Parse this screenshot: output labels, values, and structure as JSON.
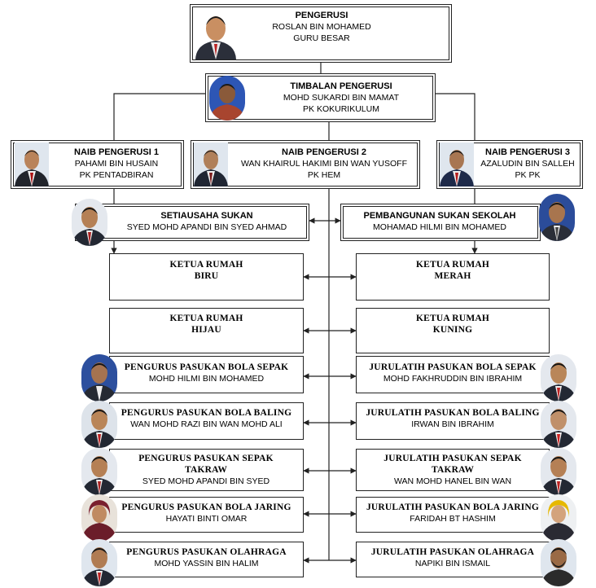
{
  "chairman": {
    "title": "PENGERUSI",
    "name": "ROSLAN BIN MOHAMED",
    "role": "GURU BESAR"
  },
  "deputy": {
    "title": "TIMBALAN PENGERUSI",
    "name": "MOHD SUKARDI BIN MAMAT",
    "role": "PK KOKURIKULUM"
  },
  "vice1": {
    "title": "NAIB PENGERUSI 1",
    "name": "PAHAMI BIN HUSAIN",
    "role": "PK PENTADBIRAN"
  },
  "vice2": {
    "title": "NAIB PENGERUSI 2",
    "name": "WAN KHAIRUL HAKIMI BIN WAN YUSOFF",
    "role": "PK HEM"
  },
  "vice3": {
    "title": "NAIB PENGERUSI 3",
    "name": "AZALUDIN BIN SALLEH",
    "role": "PK PK"
  },
  "secretary": {
    "title": "SETIAUSAHA SUKAN",
    "name": "SYED MOHD APANDI BIN SYED AHMAD"
  },
  "development": {
    "title": "PEMBANGUNAN SUKAN SEKOLAH",
    "name": "MOHAMAD HILMI BIN MOHAMED"
  },
  "houses": {
    "biru": {
      "title": "KETUA RUMAH",
      "name": "BIRU"
    },
    "merah": {
      "title": "KETUA RUMAH",
      "name": "MERAH"
    },
    "hijau": {
      "title": "KETUA RUMAH",
      "name": "HIJAU"
    },
    "kuning": {
      "title": "KETUA RUMAH",
      "name": "KUNING"
    }
  },
  "managers": [
    {
      "title": "PENGURUS PASUKAN BOLA SEPAK",
      "name": "MOHD HILMI BIN MOHAMED"
    },
    {
      "title": "PENGURUS PASUKAN BOLA BALING",
      "name": "WAN MOHD RAZI BIN WAN MOHD ALI"
    },
    {
      "title": "PENGURUS PASUKAN SEPAK TAKRAW",
      "name": "SYED MOHD APANDI BIN SYED"
    },
    {
      "title": "PENGURUS PASUKAN BOLA JARING",
      "name": "HAYATI BINTI OMAR"
    },
    {
      "title": "PENGURUS PASUKAN OLAHRAGA",
      "name": "MOHD YASSIN BIN HALIM"
    }
  ],
  "coaches": [
    {
      "title": "JURULATIH PASUKAN BOLA SEPAK",
      "name": "MOHD FAKHRUDDIN BIN IBRAHIM"
    },
    {
      "title": "JURULATIH PASUKAN BOLA BALING",
      "name": "IRWAN BIN IBRAHIM"
    },
    {
      "title": "JURULATIH PASUKAN SEPAK TAKRAW",
      "name": "WAN MOHD HANEL BIN WAN"
    },
    {
      "title": "JURULATIH PASUKAN BOLA JARING",
      "name": "FARIDAH BT HASHIM"
    },
    {
      "title": "JURULATIH PASUKAN OLAHRAGA",
      "name": "NAPIKI BIN ISMAIL"
    }
  ]
}
